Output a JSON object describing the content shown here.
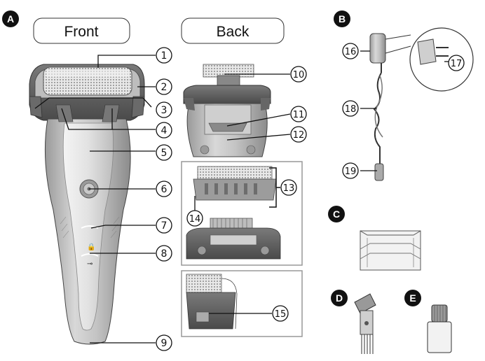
{
  "sections": {
    "a": {
      "badge": "A",
      "front_label": "Front",
      "back_label": "Back"
    },
    "b": {
      "badge": "B"
    },
    "c": {
      "badge": "C"
    },
    "d": {
      "badge": "D"
    },
    "e": {
      "badge": "E"
    }
  },
  "callouts": [
    "1",
    "2",
    "3",
    "4",
    "5",
    "6",
    "7",
    "8",
    "9",
    "10",
    "11",
    "12",
    "13",
    "14",
    "15",
    "16",
    "17",
    "18",
    "19"
  ],
  "switch_symbols": {
    "lock": "🔒",
    "plug": "⊸"
  }
}
